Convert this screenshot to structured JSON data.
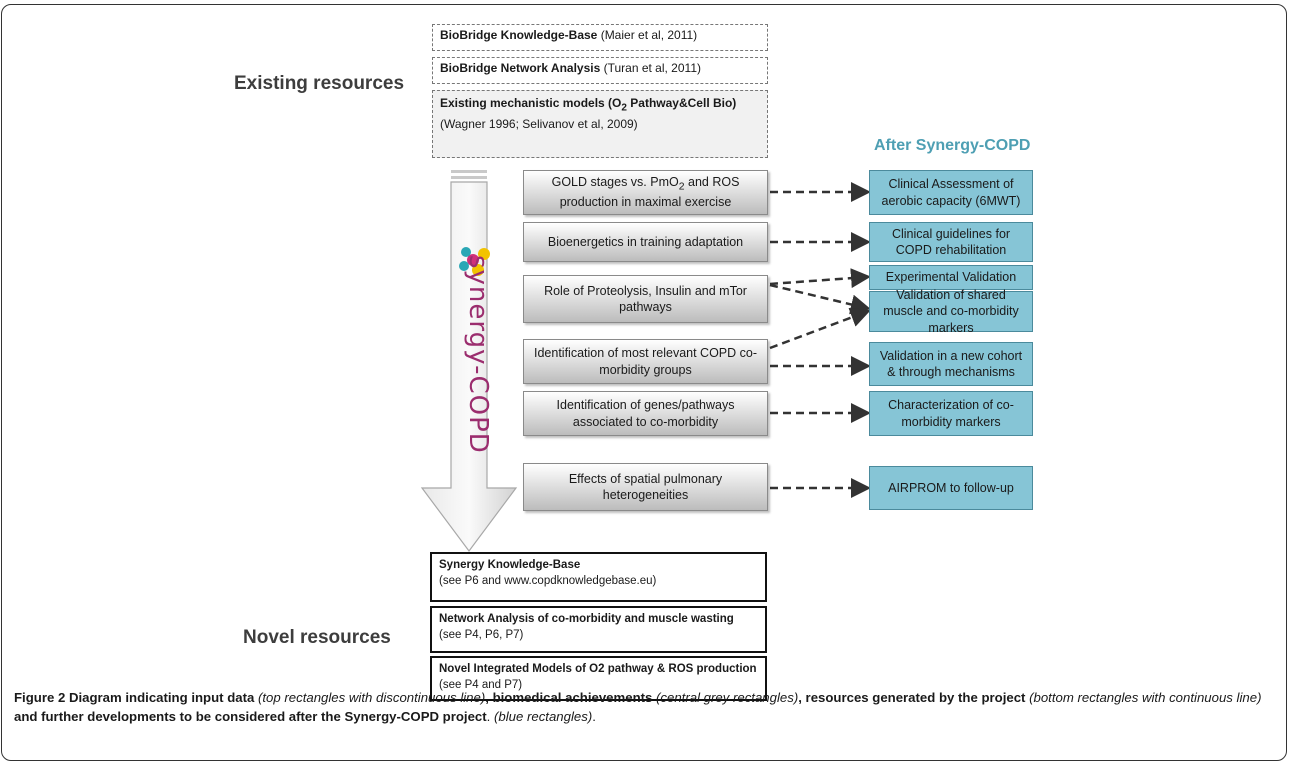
{
  "labels": {
    "existing": "Existing resources",
    "novel": "Novel resources",
    "after": "After Synergy-COPD"
  },
  "existing_resources": [
    {
      "title": "BioBridge Knowledge-Base",
      "rest": " (Maier et al, 2011)"
    },
    {
      "title": "BioBridge Network Analysis",
      "rest": " (Turan et al, 2011)"
    },
    {
      "title": "Existing mechanistic models (O",
      "sub": "2",
      "title2": " Pathway&Cell Bio)",
      "line2": "(Wagner 1996; Selivanov et al, 2009)"
    }
  ],
  "logo_text": "synergy-COPD",
  "achievements": [
    {
      "text": "GOLD stages vs. PmO",
      "sub": "2",
      "text2": " and ROS production in maximal exercise"
    },
    {
      "text": "Bioenergetics in training adaptation"
    },
    {
      "text": "Role of Proteolysis, Insulin and mTor pathways"
    },
    {
      "text": "Identification of most relevant COPD co-morbidity groups"
    },
    {
      "text": "Identification of genes/pathways associated to co-morbidity"
    },
    {
      "text": "Effects of spatial pulmonary heterogeneities"
    }
  ],
  "after_items": [
    "Clinical Assessment of aerobic capacity (6MWT)",
    "Clinical guidelines for COPD rehabilitation",
    "Experimental Validation",
    "Validation of shared muscle and co-morbidity markers",
    "Validation in a new cohort & through mechanisms",
    "Characterization of co-morbidity markers",
    "AIRPROM to follow-up"
  ],
  "novel_resources": [
    {
      "title": "Synergy Knowledge-Base",
      "rest": "(see P6 and www.copdknowledgebase.eu)"
    },
    {
      "title": "Network Analysis of co-morbidity and muscle wasting",
      "rest": " (see P4, P6, P7)"
    },
    {
      "title": "Novel Integrated Models of O2 pathway & ROS production",
      "rest": " (see P4 and P7)"
    }
  ],
  "caption": {
    "fig": "Figure 2",
    "p1": " Diagram indicating input data ",
    "i1": "(top rectangles with discontinuous line)",
    "p2": ", biomedical achievements ",
    "i2": "(central grey rectangles)",
    "p3": ", resources generated by the project ",
    "i3": "(bottom rectangles with continuous line)",
    "p4": " and further developments to be considered after the Synergy-COPD project",
    "p5": ". ",
    "i4": "(blue rectangles)",
    "p6": "."
  },
  "colors": {
    "blue_box": "#86c5d6",
    "after_title": "#4e9fb3",
    "logo_magenta": "#9b2d6e",
    "logo_teal": "#2aa7b5",
    "logo_yellow": "#f2c300",
    "logo_pink": "#d0307a"
  }
}
